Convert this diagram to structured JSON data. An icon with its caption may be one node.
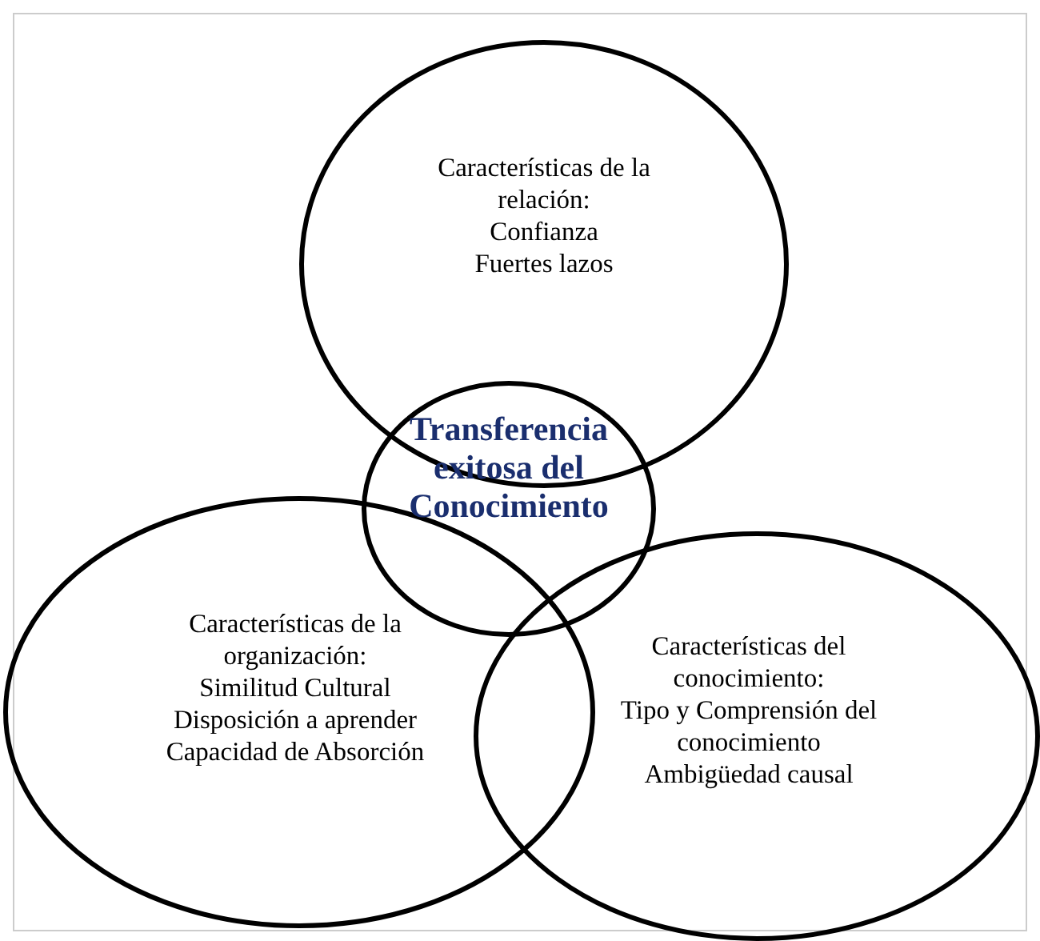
{
  "diagram": {
    "nodes": [
      {
        "text": [
          "Características de la relación:",
          "Confianza",
          "Fuertes lazos"
        ]
      },
      {
        "text": [
          "Características de la organización:",
          "Similitud Cultural",
          "Disposición a aprender",
          "Capacidad de Absorción"
        ]
      },
      {
        "text": [
          "Características del conocimiento:",
          "Tipo y Comprensión del conocimiento",
          "Ambigüedad causal"
        ]
      },
      {
        "text": [
          "Transferencia exitosa del Conocimiento"
        ]
      }
    ],
    "edges": []
  }
}
